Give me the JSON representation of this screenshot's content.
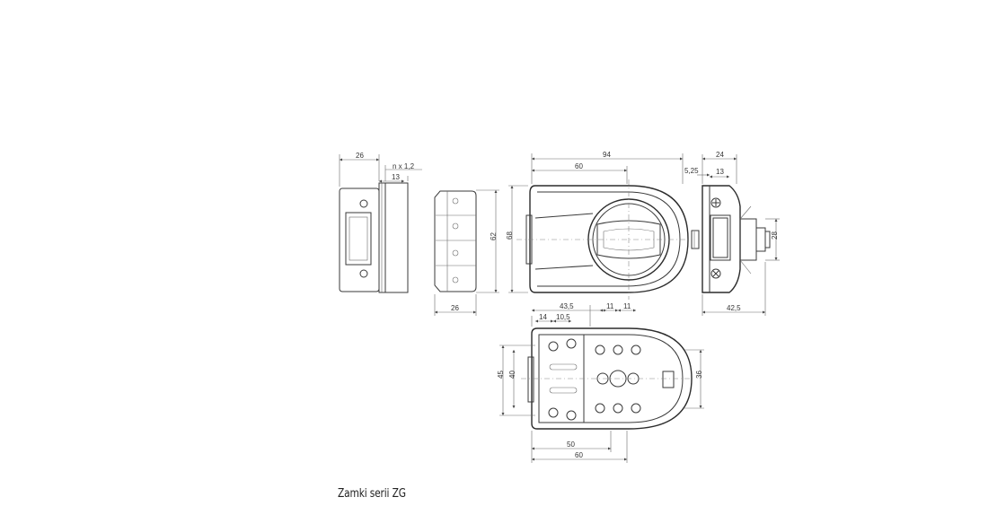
{
  "caption": "Zamki serii ZG",
  "dimensions": {
    "front_width": "26",
    "strike_gap": "n x 1,2",
    "strike_depth": "13",
    "strike_width": "26",
    "strike_height": "62",
    "body_height": "68",
    "body_length": "94",
    "body_inner": "60",
    "side_offset": "5,25",
    "side_depth": "13",
    "side_width": "24",
    "side_knob": "28",
    "side_total": "42,5",
    "back_a": "43,5",
    "back_b": "14",
    "back_c": "10,5",
    "back_d": "11",
    "back_e": "11",
    "back_h1": "45",
    "back_h2": "40",
    "back_h3": "36",
    "back_w1": "50",
    "back_w2": "60"
  }
}
